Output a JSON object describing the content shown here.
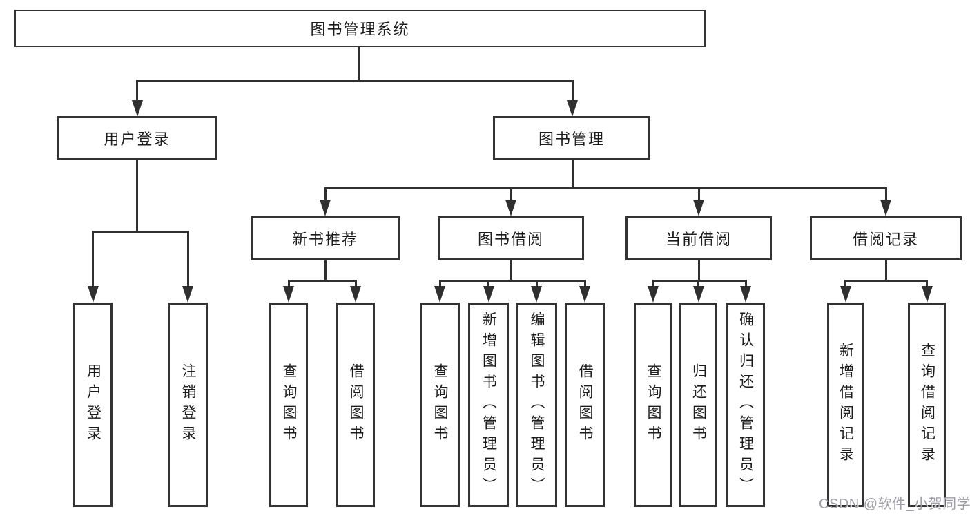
{
  "root": {
    "label": "图书管理系统"
  },
  "branches": [
    {
      "label": "用户登录",
      "children": [
        {
          "label": "用户登录"
        },
        {
          "label": "注销登录"
        }
      ]
    },
    {
      "label": "图书管理",
      "children": [
        {
          "label": "新书推荐",
          "children": [
            {
              "label": "查询图书"
            },
            {
              "label": "借阅图书"
            }
          ]
        },
        {
          "label": "图书借阅",
          "children": [
            {
              "label": "查询图书"
            },
            {
              "label": "新增图书（管理员）"
            },
            {
              "label": "编辑图书（管理员）"
            },
            {
              "label": "借阅图书"
            }
          ]
        },
        {
          "label": "当前借阅",
          "children": [
            {
              "label": "查询图书"
            },
            {
              "label": "归还图书"
            },
            {
              "label": "确认归还（管理员）"
            }
          ]
        },
        {
          "label": "借阅记录",
          "children": [
            {
              "label": "新增借阅记录"
            },
            {
              "label": "查询借阅记录"
            }
          ]
        }
      ]
    }
  ],
  "watermark": "CSDN @软件_小贺同学",
  "colors": {
    "line": "#2f2f2f",
    "border": "#333333",
    "text": "#1c1c1c",
    "watermark": "#94949c",
    "background": "#ffffff"
  }
}
